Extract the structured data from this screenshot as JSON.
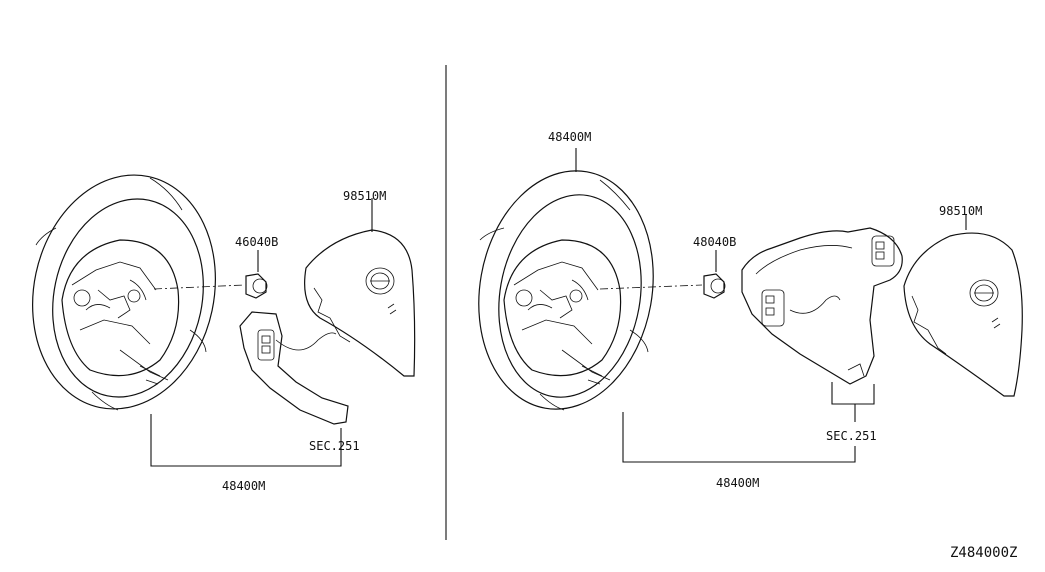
{
  "labels": {
    "left_part_46040b": "46040B",
    "left_part_98510m": "98510M",
    "left_sec": "SEC.251",
    "left_48400m": "48400M",
    "right_48400m_top": "48400M",
    "right_part_48040b": "48040B",
    "right_part_98510m": "98510M",
    "right_sec": "SEC.251",
    "right_48400m_bottom": "48400M",
    "diagram_code": "Z484000Z"
  },
  "colors": {
    "ink": "#111111",
    "background": "#ffffff"
  }
}
